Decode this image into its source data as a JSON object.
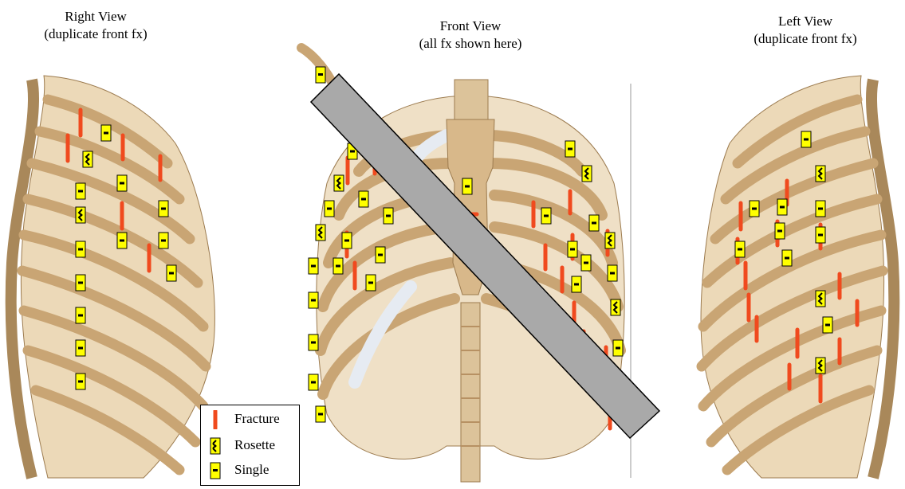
{
  "views": {
    "right": {
      "title": "Right View",
      "subtitle": "(duplicate front fx)"
    },
    "front": {
      "title": "Front View",
      "subtitle": "(all fx shown here)"
    },
    "left": {
      "title": "Left View",
      "subtitle": "(duplicate front fx)"
    }
  },
  "legend": {
    "fracture": "Fracture",
    "rosette": "Rosette",
    "single": "Single"
  },
  "colors": {
    "fracture": "#f04a1e",
    "gauge_fill": "#ffff00",
    "bar_fill": "#a9a9a9",
    "bone": "#d8b88a",
    "cartilage": "#e6ebf2"
  },
  "icons": [
    "fracture-mark-icon",
    "rosette-gauge-icon",
    "single-gauge-icon"
  ]
}
